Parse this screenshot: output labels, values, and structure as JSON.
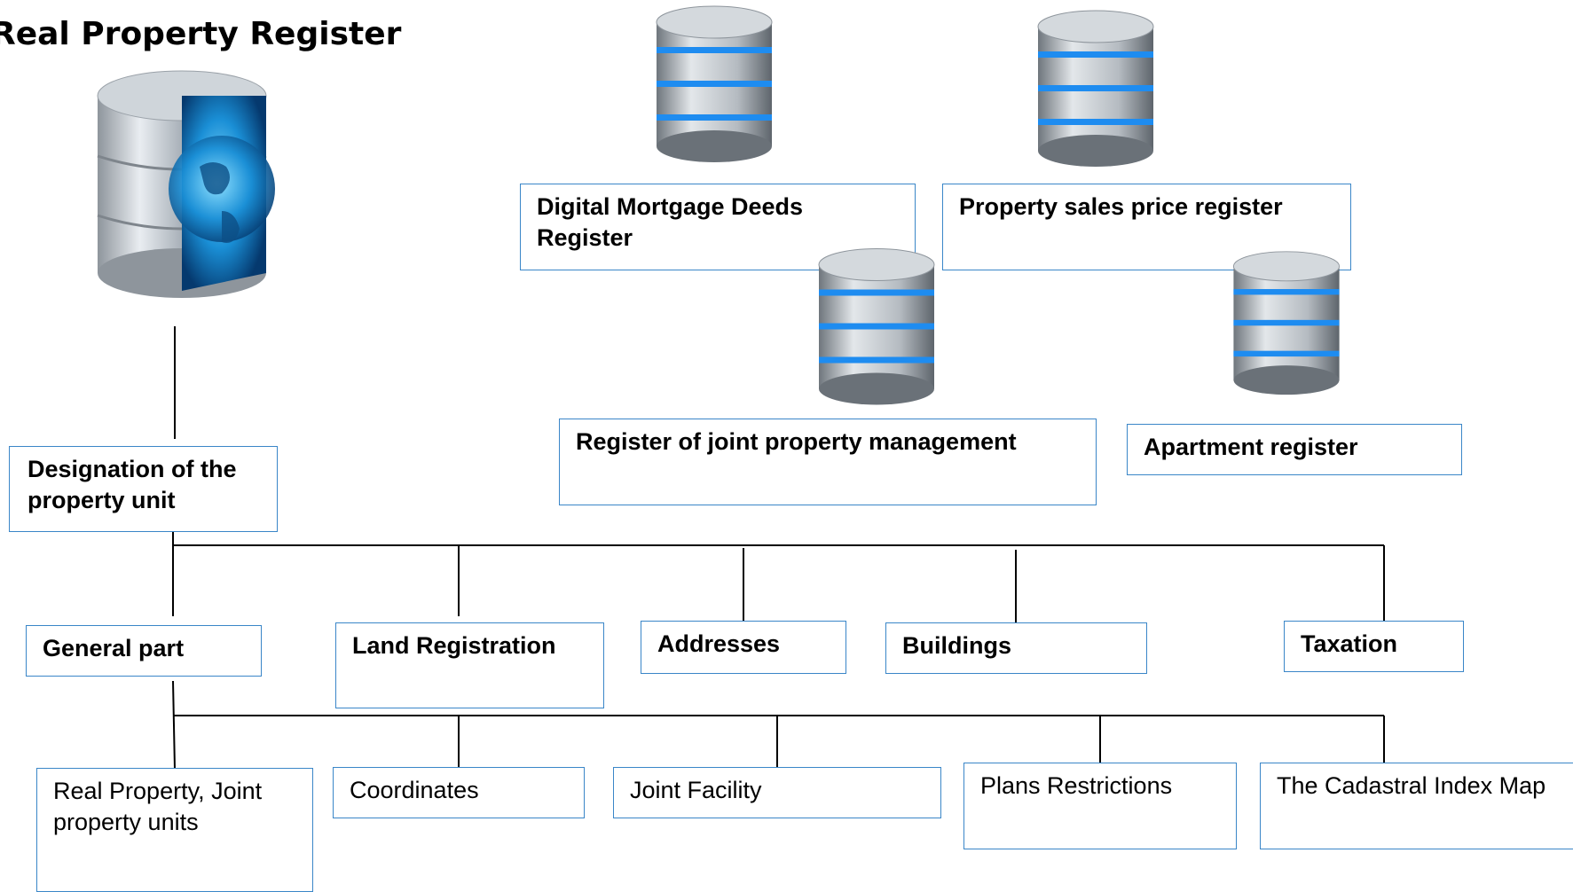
{
  "title": "Real Property Register",
  "colors": {
    "box_border": "#3a86c8",
    "line": "#000000",
    "db_blue": "#2a8ff0",
    "db_silver": "#b8bcc2"
  },
  "main_database_icon": "globe-database-icon",
  "satellite_database_icon": "database-icon",
  "registers": {
    "digital_mortgage": "Digital Mortgage Deeds Register",
    "sales_price": "Property sales price register",
    "joint_property_management": "Register of joint property management",
    "apartment": "Apartment register"
  },
  "designation": "Designation of the property unit",
  "parts": {
    "general": "General part",
    "land_registration": "Land Registration",
    "addresses": "Addresses",
    "buildings": "Buildings",
    "taxation": "Taxation"
  },
  "general_children": {
    "real_property": "Real Property, Joint property units",
    "coordinates": "Coordinates",
    "joint_facility": "Joint Facility",
    "plans": "Plans Restrictions",
    "cadastral": "The Cadastral Index Map"
  }
}
